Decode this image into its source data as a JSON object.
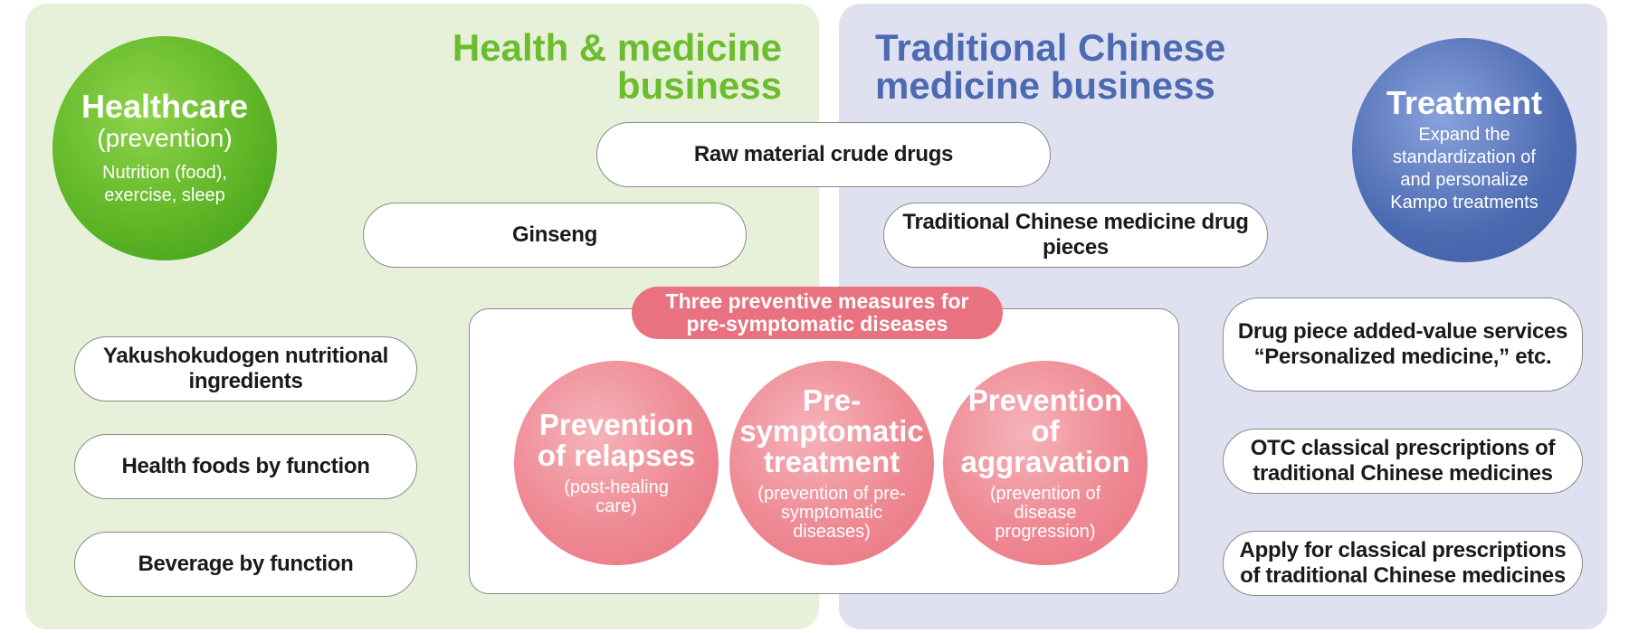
{
  "colors": {
    "left_panel": "#e7f0d9",
    "right_panel": "#dfe1f1",
    "green_title": "#6cbd2e",
    "blue_title": "#4c6ab1",
    "pink": "#e8727f"
  },
  "left_title": "Health & medicine business",
  "right_title": "Traditional Chinese medicine business",
  "healthcare": {
    "title": "Healthcare",
    "subtitle": "(prevention)",
    "description": "Nutrition (food), exercise, sleep"
  },
  "treatment": {
    "title": "Treatment",
    "description": "Expand the standardization of and personalize Kampo treatments"
  },
  "shared_items": {
    "raw_material": "Raw material crude drugs",
    "ginseng": "Ginseng",
    "tcm_drug_pieces": "Traditional Chinese medicine drug pieces"
  },
  "left_items": [
    "Yakushokudogen nutritional ingredients",
    "Health foods by function",
    "Beverage by function"
  ],
  "right_items": [
    "Drug piece added-value services “Personalized medicine,” etc.",
    "OTC classical prescriptions of traditional Chinese medicines",
    "Apply for classical prescriptions of traditional Chinese medicines"
  ],
  "three_measures": {
    "label": "Three preventive measures for pre-symptomatic diseases",
    "circles": [
      {
        "title": "Prevention of relapses",
        "subtitle": "(post-healing care)"
      },
      {
        "title": "Pre-symptomatic treatment",
        "subtitle": "(prevention of pre-symptomatic diseases)"
      },
      {
        "title": "Prevention of aggravation",
        "subtitle": "(prevention of disease progression)"
      }
    ]
  }
}
